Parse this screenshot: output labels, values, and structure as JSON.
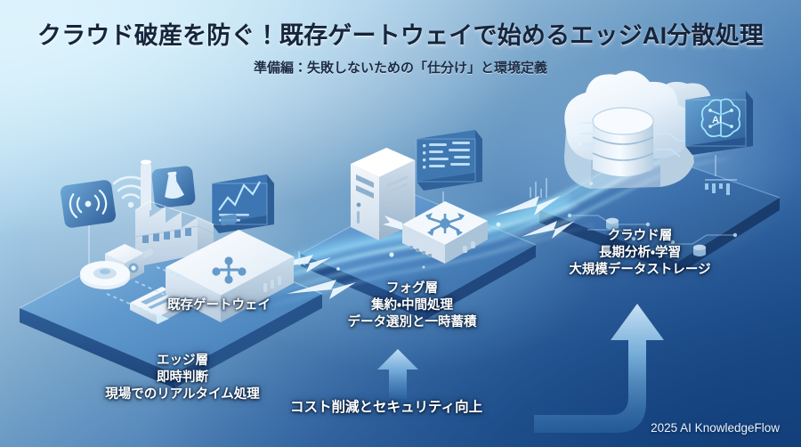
{
  "header": {
    "title": "クラウド破産を防ぐ！既存ゲートウェイで始めるエッジAI分散処理",
    "subtitle": "準備編：失敗しないための「仕分け」と環境定義"
  },
  "labels": {
    "gateway": "既存ゲートウェイ",
    "edge": {
      "line1": "エッジ層",
      "line2": "即時判断",
      "line3": "現場でのリアルタイム処理"
    },
    "fog": {
      "line1": "フォグ層",
      "line2": "集約・中間処理",
      "line3": "データ選別と一時蓄積"
    },
    "cloud": {
      "line1": "クラウド層",
      "line2": "長期分析・学習",
      "line3": "大規模データストレージ"
    },
    "benefit": "コスト削減とセキュリティ向上"
  },
  "watermark": "2025 AI KnowledgeFlow",
  "icons": {
    "edge": [
      "wireless-signal-icon",
      "wifi-antenna-icon",
      "sensor-probe-icon",
      "chart-monitor-icon",
      "factory-building-icon",
      "camera-sensor-icon",
      "gateway-appliance-icon",
      "round-sensor-disc-icon",
      "tablet-device-icon"
    ],
    "fog": [
      "server-tower-icon",
      "network-switch-icon",
      "data-list-panel-icon"
    ],
    "cloud": [
      "cloud-icon",
      "database-cylinder-icon",
      "ai-brain-panel-icon"
    ],
    "flow": [
      "data-stream-arrow-icon",
      "benefit-up-arrow-icon",
      "benefit-corner-arrow-icon"
    ]
  },
  "colors": {
    "background_top_left": "#d9f1fb",
    "background_bottom_right": "#1b4a87",
    "platform_top": "#6ea4d2",
    "platform_side": "#2f5f98",
    "device_light": "#eef5fb",
    "accent_glow": "#9fe4ff",
    "title_text": "#16253c",
    "label_text": "#ffffff",
    "watermark_text": "#e9f4ff"
  }
}
